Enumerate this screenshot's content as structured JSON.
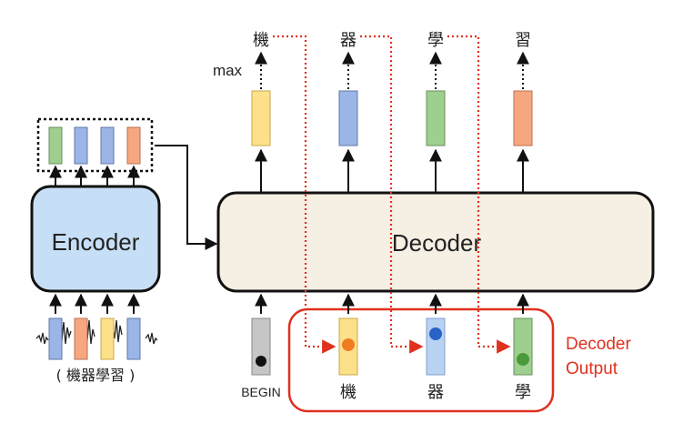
{
  "encoder": {
    "label": "Encoder"
  },
  "decoder": {
    "label": "Decoder"
  },
  "input_caption": "( 機器學習 )",
  "max_label": "max",
  "begin_label": "BEGIN",
  "outputs": [
    "機",
    "器",
    "學",
    "習"
  ],
  "decoder_inputs": [
    "機",
    "器",
    "學"
  ],
  "decoder_output_label": {
    "line1": "Decoder",
    "line2": "Output"
  },
  "colors": {
    "yellow": "#fde08a",
    "blue": "#9bb5e6",
    "green": "#9fcf8f",
    "orange": "#f7a77f",
    "light_blue": "#b9d2f2",
    "encoder_fill": "#c7dff6",
    "decoder_fill": "#f6efe3",
    "red": "#e0301e",
    "gray": "#c6c6c6"
  }
}
